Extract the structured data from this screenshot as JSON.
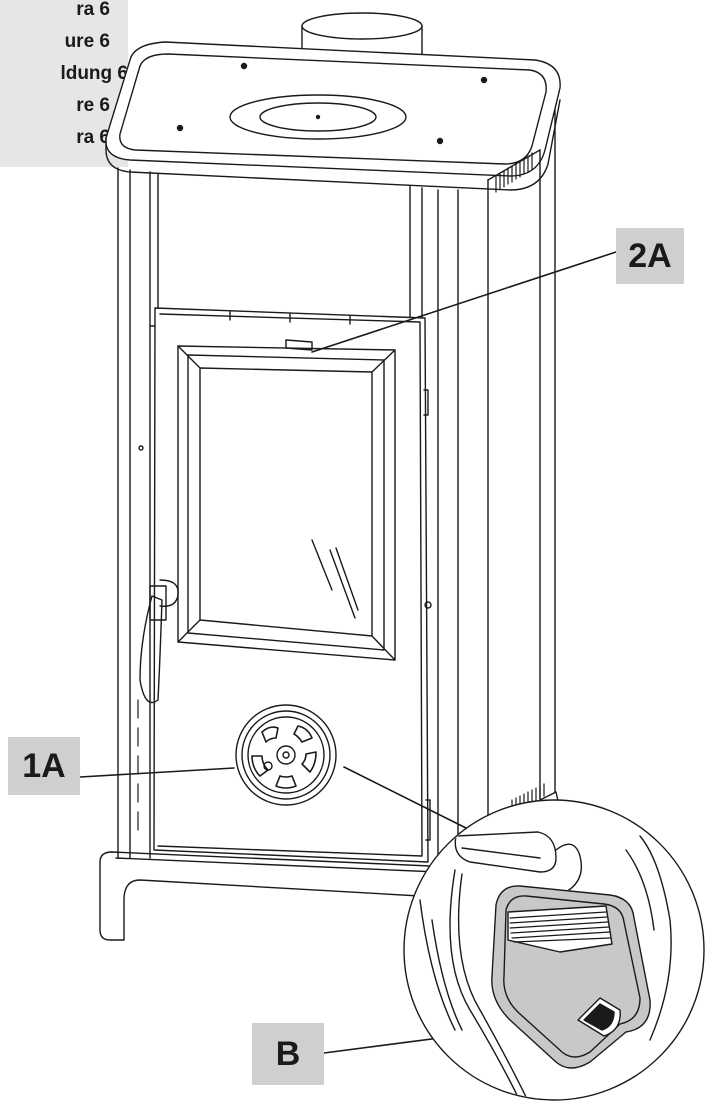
{
  "caption": {
    "lines": [
      "ra 6",
      "ure 6",
      "ldung 6",
      "re 6",
      "ra 6"
    ]
  },
  "callouts": {
    "label_2a": "2A",
    "label_1a": "1A",
    "label_b": "B"
  },
  "colors": {
    "line": "#1a1a1a",
    "label_bg": "#cfcfcf",
    "caption_bg": "#e6e6e6",
    "detail_fill": "#c8c8c8"
  }
}
